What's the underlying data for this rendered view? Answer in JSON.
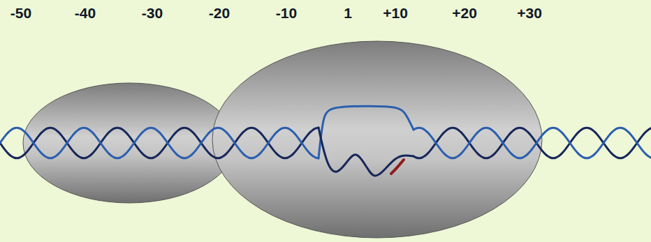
{
  "diagram": {
    "labels": [
      "-50",
      "-40",
      "-30",
      "-20",
      "-10",
      "1",
      "+10",
      "+20",
      "+30"
    ]
  }
}
